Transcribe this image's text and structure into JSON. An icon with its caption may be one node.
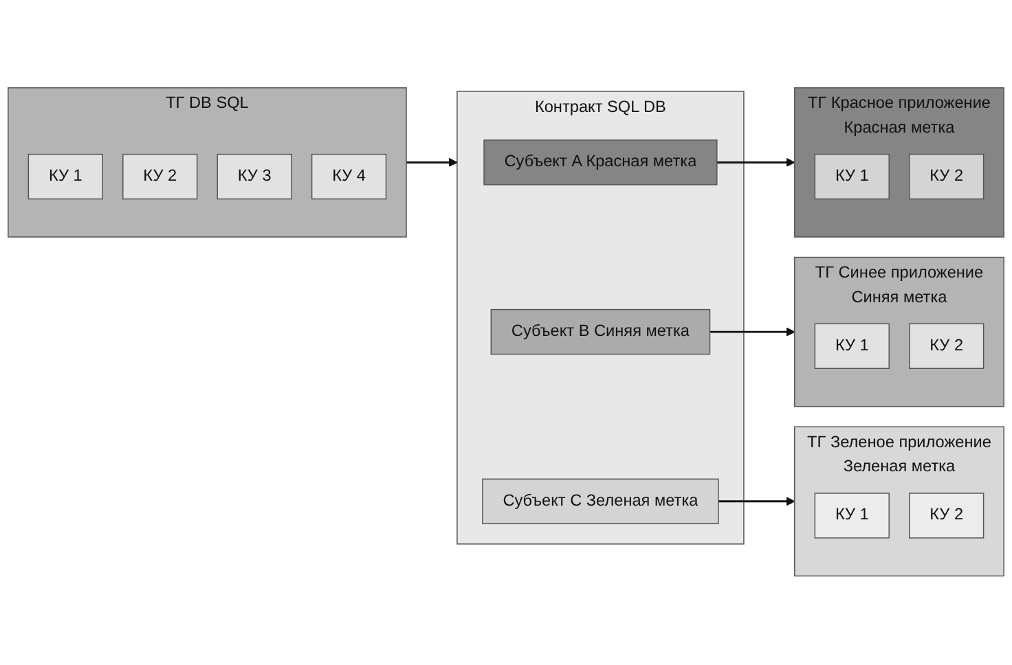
{
  "diagram": {
    "nodes": [
      {
        "text": [
          "ТГ DB SQL"
        ]
      },
      {
        "text": [
          "КУ 1"
        ],
        "in": 0
      },
      {
        "text": [
          "КУ 2"
        ],
        "in": 0
      },
      {
        "text": [
          "КУ 3"
        ],
        "in": 0
      },
      {
        "text": [
          "КУ 4"
        ],
        "in": 0
      },
      {
        "text": [
          "Контракт SQL DB"
        ]
      },
      {
        "text": [
          "Субъект A Красная метка"
        ],
        "in": 5
      },
      {
        "text": [
          "Субъект B Синяя метка"
        ],
        "in": 5
      },
      {
        "text": [
          "Субъект C Зеленая метка"
        ],
        "in": 5
      },
      {
        "text": [
          "ТГ Красное приложение",
          "Красная метка"
        ]
      },
      {
        "text": [
          "КУ 1"
        ],
        "in": 9
      },
      {
        "text": [
          "КУ 2"
        ],
        "in": 9
      },
      {
        "text": [
          "ТГ Синее приложение",
          "Синяя метка"
        ]
      },
      {
        "text": [
          "КУ 1"
        ],
        "in": 12
      },
      {
        "text": [
          "КУ 2"
        ],
        "in": 12
      },
      {
        "text": [
          "ТГ Зеленое приложение",
          "Зеленая метка"
        ]
      },
      {
        "text": [
          "КУ 1"
        ],
        "in": 15
      },
      {
        "text": [
          "КУ 2"
        ],
        "in": 15
      }
    ],
    "edges": [
      {
        "from": 0,
        "to": 5,
        "arrow": "to"
      },
      {
        "from": 6,
        "to": 9,
        "arrow": "to"
      },
      {
        "from": 7,
        "to": 12,
        "arrow": "to"
      },
      {
        "from": 8,
        "to": 15,
        "arrow": "to"
      }
    ]
  }
}
